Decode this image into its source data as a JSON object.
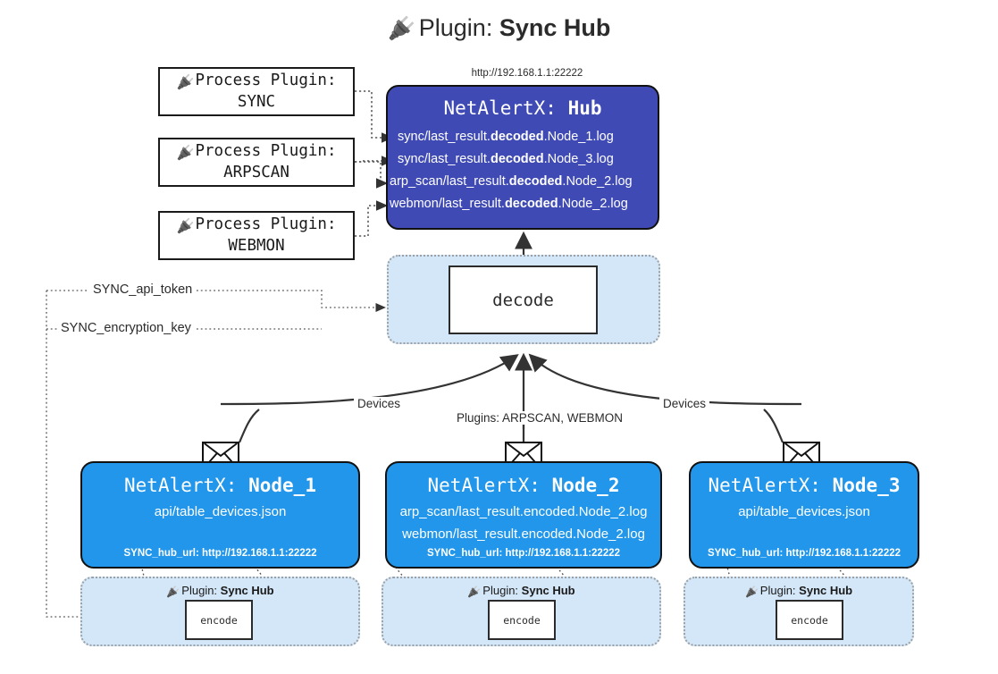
{
  "title": {
    "icon": "plug-icon",
    "prefix": "Plugin:",
    "name": "Sync Hub"
  },
  "process_plugins": [
    {
      "line1": "Process Plugin:",
      "line2": "SYNC",
      "icon": "plug-icon"
    },
    {
      "line1": "Process Plugin:",
      "line2": "ARPSCAN",
      "icon": "plug-icon"
    },
    {
      "line1": "Process Plugin:",
      "line2": "WEBMON",
      "icon": "plug-icon"
    }
  ],
  "hub": {
    "url": "http://192.168.1.1:22222",
    "app": "NetAlertX:",
    "name": "Hub",
    "logs": [
      {
        "pre": "sync/last_result.",
        "mid": "decoded",
        "post": ".Node_1.log"
      },
      {
        "pre": "sync/last_result.",
        "mid": "decoded",
        "post": ".Node_3.log"
      },
      {
        "pre": "arp_scan/last_result.",
        "mid": "decoded",
        "post": ".Node_2.log"
      },
      {
        "pre": "webmon/last_result.",
        "mid": "decoded",
        "post": ".Node_2.log"
      }
    ]
  },
  "decode": {
    "label": "decode",
    "group_name": "decode-group"
  },
  "secrets": {
    "api_token": "SYNC_api_token",
    "encryption_key": "SYNC_encryption_key"
  },
  "edge_labels": {
    "devices_left": "Devices",
    "devices_right": "Devices",
    "plugins_mid": "Plugins: ARPSCAN, WEBMON"
  },
  "nodes": [
    {
      "app": "NetAlertX:",
      "name": "Node_1",
      "lines": [
        "api/table_devices.json"
      ],
      "url_label": "SYNC_hub_url: http://192.168.1.1:22222",
      "encode": {
        "group_label_prefix": "Plugin:",
        "group_label_name": "Sync Hub",
        "label": "encode",
        "icon": "plug-icon"
      }
    },
    {
      "app": "NetAlertX:",
      "name": "Node_2",
      "lines": [
        "arp_scan/last_result.encoded.Node_2.log",
        "webmon/last_result.encoded.Node_2.log"
      ],
      "url_label": "SYNC_hub_url: http://192.168.1.1:22222",
      "encode": {
        "group_label_prefix": "Plugin:",
        "group_label_name": "Sync Hub",
        "label": "encode",
        "icon": "plug-icon"
      }
    },
    {
      "app": "NetAlertX:",
      "name": "Node_3",
      "lines": [
        "api/table_devices.json"
      ],
      "url_label": "SYNC_hub_url: http://192.168.1.1:22222",
      "encode": {
        "group_label_prefix": "Plugin:",
        "group_label_name": "Sync Hub",
        "label": "encode",
        "icon": "plug-icon"
      }
    }
  ],
  "colors": {
    "hub_fill": "#3f4ab4",
    "node_fill": "#2196ea",
    "group_fill": "#d4e7f8",
    "stroke": "#111111",
    "dotted": "#9aa0a6"
  }
}
